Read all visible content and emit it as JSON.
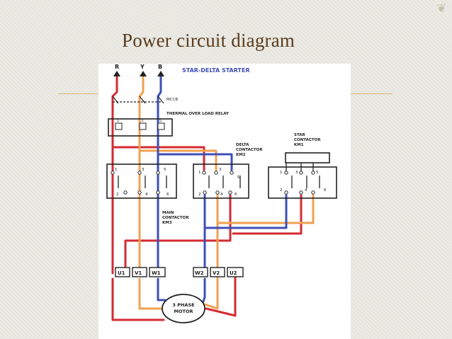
{
  "slide": {
    "title": "Power circuit diagram",
    "corner_icon": "fleuron-icon"
  },
  "diagram": {
    "title": "STAR-DELTA STARTER",
    "phases": [
      "R",
      "Y",
      "B"
    ],
    "labels": {
      "mccb": "MCCB",
      "overload": "THERMAL OVER LOAD RELAY",
      "delta_l1": "DELTA",
      "delta_l2": "CONTACTOR",
      "delta_l3": "KM2",
      "star_l1": "STAR",
      "star_l2": "CONTACTOR",
      "star_l3": "KM1",
      "main_l1": "MAIN",
      "main_l2": "CONTACTOR",
      "main_l3": "KM3",
      "motor_l1": "3 PHASE",
      "motor_l2": "MOTOR"
    },
    "contact_numbers": {
      "top": [
        "1",
        "3",
        "5"
      ],
      "bottom": [
        "2",
        "4",
        "6"
      ]
    },
    "olr_numbers": [
      "1",
      "3",
      "5"
    ],
    "terminals_left": [
      "U1",
      "V1",
      "W1"
    ],
    "terminals_right": [
      "W2",
      "V2",
      "U2"
    ],
    "wire_colors": {
      "red": "#d42a32",
      "orange": "#f0a050",
      "blue": "#3f4fb8",
      "ink": "#222222"
    }
  }
}
